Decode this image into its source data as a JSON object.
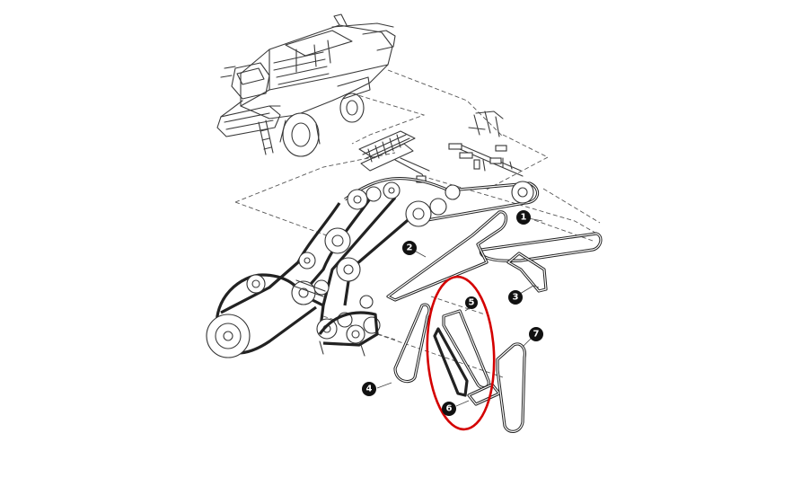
{
  "callouts": [
    {
      "id": "callout-1",
      "label": "1"
    },
    {
      "id": "callout-2",
      "label": "2"
    },
    {
      "id": "callout-3",
      "label": "3"
    },
    {
      "id": "callout-4",
      "label": "4"
    },
    {
      "id": "callout-5",
      "label": "5"
    },
    {
      "id": "callout-6",
      "label": "6"
    },
    {
      "id": "callout-7",
      "label": "7"
    }
  ],
  "colors": {
    "highlight": "#d40000",
    "badge": "#111111",
    "linework": "#333333"
  }
}
